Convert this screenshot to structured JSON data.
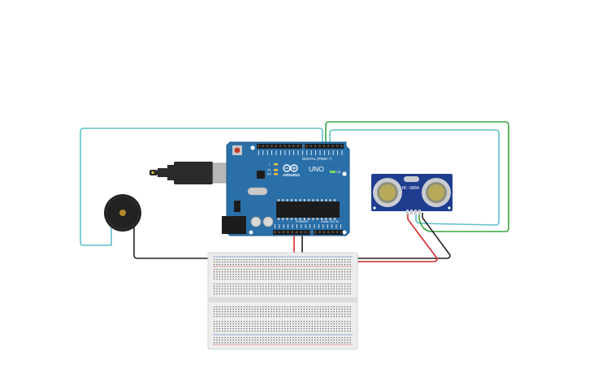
{
  "colors": {
    "background": "#ffffff",
    "arduino_board": "#2a6fa8",
    "arduino_header": "#1c1c1c",
    "sensor_board": "#1f3d8f",
    "sensor_can": "#c9cdd2",
    "sensor_mesh": "#b9a95a",
    "buzzer": "#222222",
    "buzzer_center": "#b58a2a",
    "wire_cyan": "#5fbfcb",
    "wire_green": "#3aa53a",
    "wire_black": "#222222",
    "wire_red": "#d42a2a",
    "breadboard": "#ededed",
    "breadboard_hole": "#6e6e6e",
    "usb_plug": "#2b2b2b",
    "usb_metal": "#b8b8b8"
  },
  "arduino": {
    "logo": "ARDUINO",
    "model": "UNO",
    "digital_label": "DIGITAL (PWM ~)",
    "power_label": "POWER",
    "analog_label": "ANALOG IN",
    "tx_label": "TX",
    "rx_label": "RX",
    "l_label": "L",
    "on_label": "ON"
  },
  "sensor": {
    "model": "HC-SR04"
  },
  "icons": {
    "usb": "usb-cable-icon",
    "buzzer": "piezo-buzzer-icon",
    "sensor": "ultrasonic-sensor-icon",
    "arduino": "arduino-board-icon",
    "breadboard": "breadboard-icon"
  }
}
